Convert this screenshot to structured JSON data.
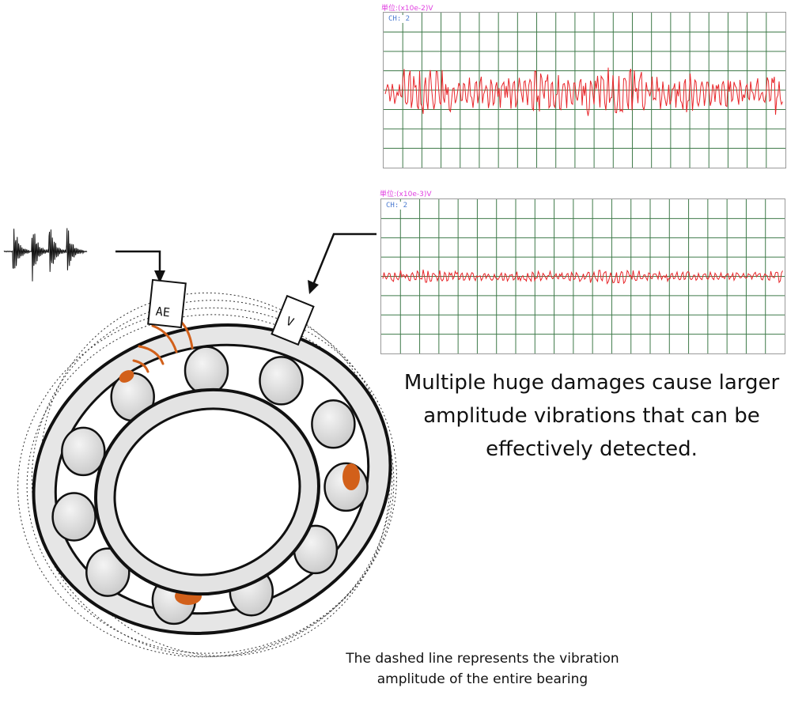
{
  "scope_top": {
    "unit_label": "単位:(x10e-2)V",
    "channel_label": "CH: 2"
  },
  "scope_bottom": {
    "unit_label": "単位:(x10e-3)V",
    "channel_label": "CH: 2"
  },
  "sensors": {
    "ae_label": "AE",
    "v_label": "V"
  },
  "caption_main": "Multiple huge damages cause larger amplitude vibrations that can be effectively detected.",
  "caption_sub": "The dashed line represents the vibration amplitude of the entire bearing",
  "colors": {
    "signal": "#e8262a",
    "grid": "#3f7a4a",
    "damage": "#d2601a",
    "ball": "#d9d9d9",
    "ring": "#e2e2e2"
  }
}
